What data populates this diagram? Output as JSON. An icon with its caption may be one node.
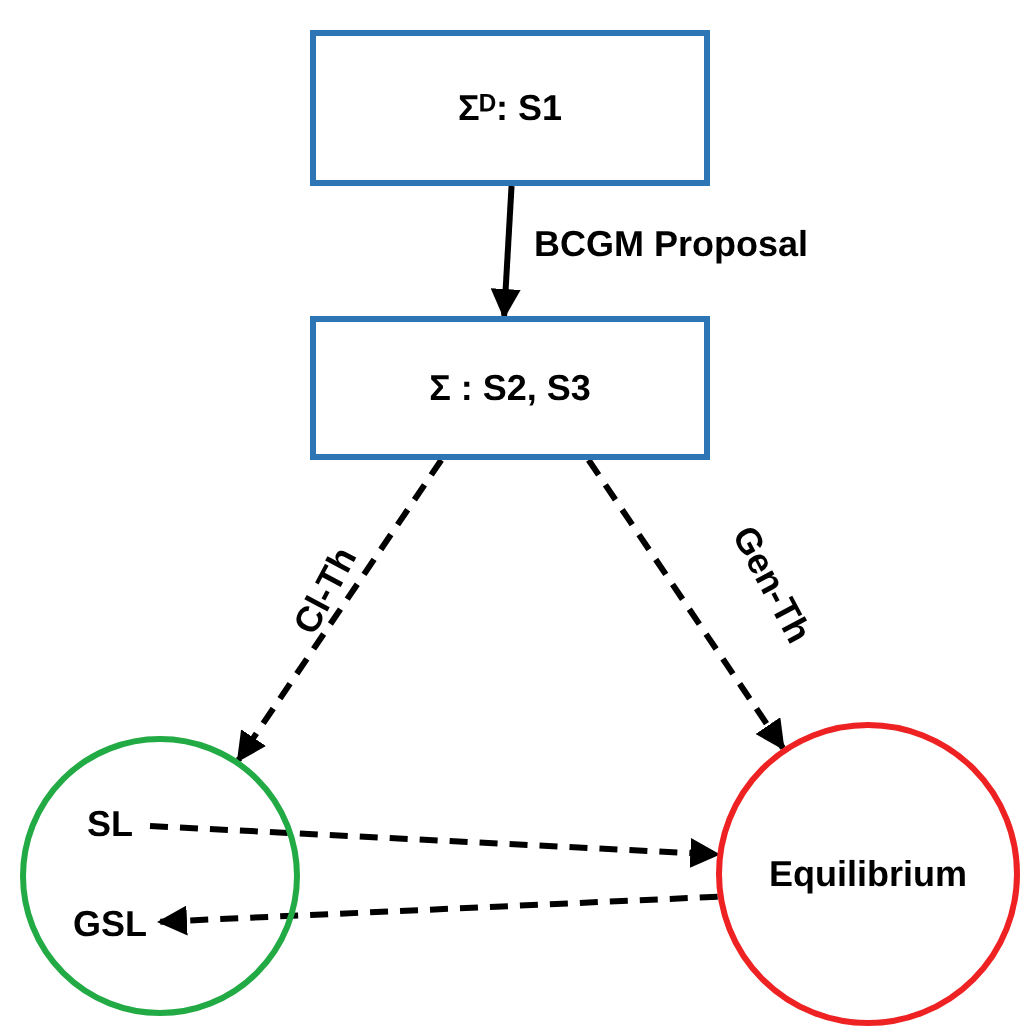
{
  "diagram": {
    "nodes": [
      {
        "text": [
          "Σᴰ: S1"
        ]
      },
      {
        "text": [
          "Σ : S2, S3"
        ]
      },
      {
        "text": [],
        "shape": "circle"
      },
      {
        "text": [
          "SL"
        ],
        "in": 2
      },
      {
        "text": [
          "GSL"
        ],
        "in": 2
      },
      {
        "text": [
          "Equilibrium"
        ]
      }
    ],
    "edges": [
      {
        "from": 0,
        "to": 1,
        "arrow": "to",
        "label": "BCGM Proposal"
      },
      {
        "from": 1,
        "to": 2,
        "arrow": "to",
        "label": "Cl-Th",
        "style": "dashed"
      },
      {
        "from": 1,
        "to": 5,
        "arrow": "to",
        "label": "Gen-Th",
        "style": "dashed"
      },
      {
        "from": 3,
        "to": 5,
        "arrow": "to",
        "style": "dashed"
      },
      {
        "from": 5,
        "to": 4,
        "arrow": "to",
        "style": "dashed"
      }
    ]
  }
}
